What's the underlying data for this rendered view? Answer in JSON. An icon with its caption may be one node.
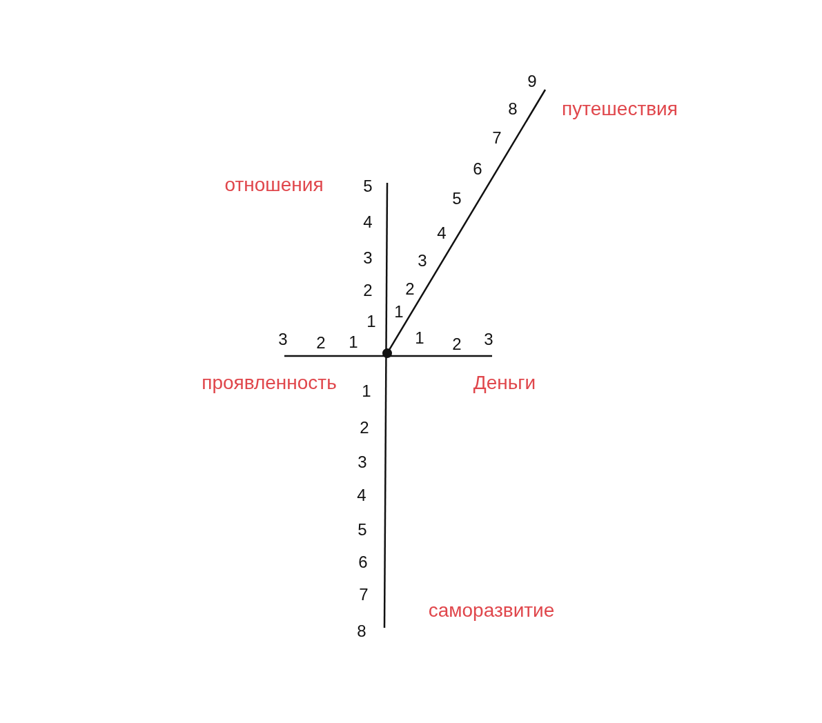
{
  "diagram": {
    "labels": [
      "9",
      "8",
      "путешествия",
      "7",
      "6",
      "отношения",
      "5",
      "5",
      "4",
      "4",
      "3",
      "3",
      "2",
      "2",
      "1",
      "1",
      "3",
      "2",
      "1",
      "1",
      "2",
      "3",
      "проявленность",
      "Деньги",
      "1",
      "2",
      "3",
      "4",
      "5",
      "6",
      "7",
      "саморазвитие",
      "8"
    ]
  }
}
